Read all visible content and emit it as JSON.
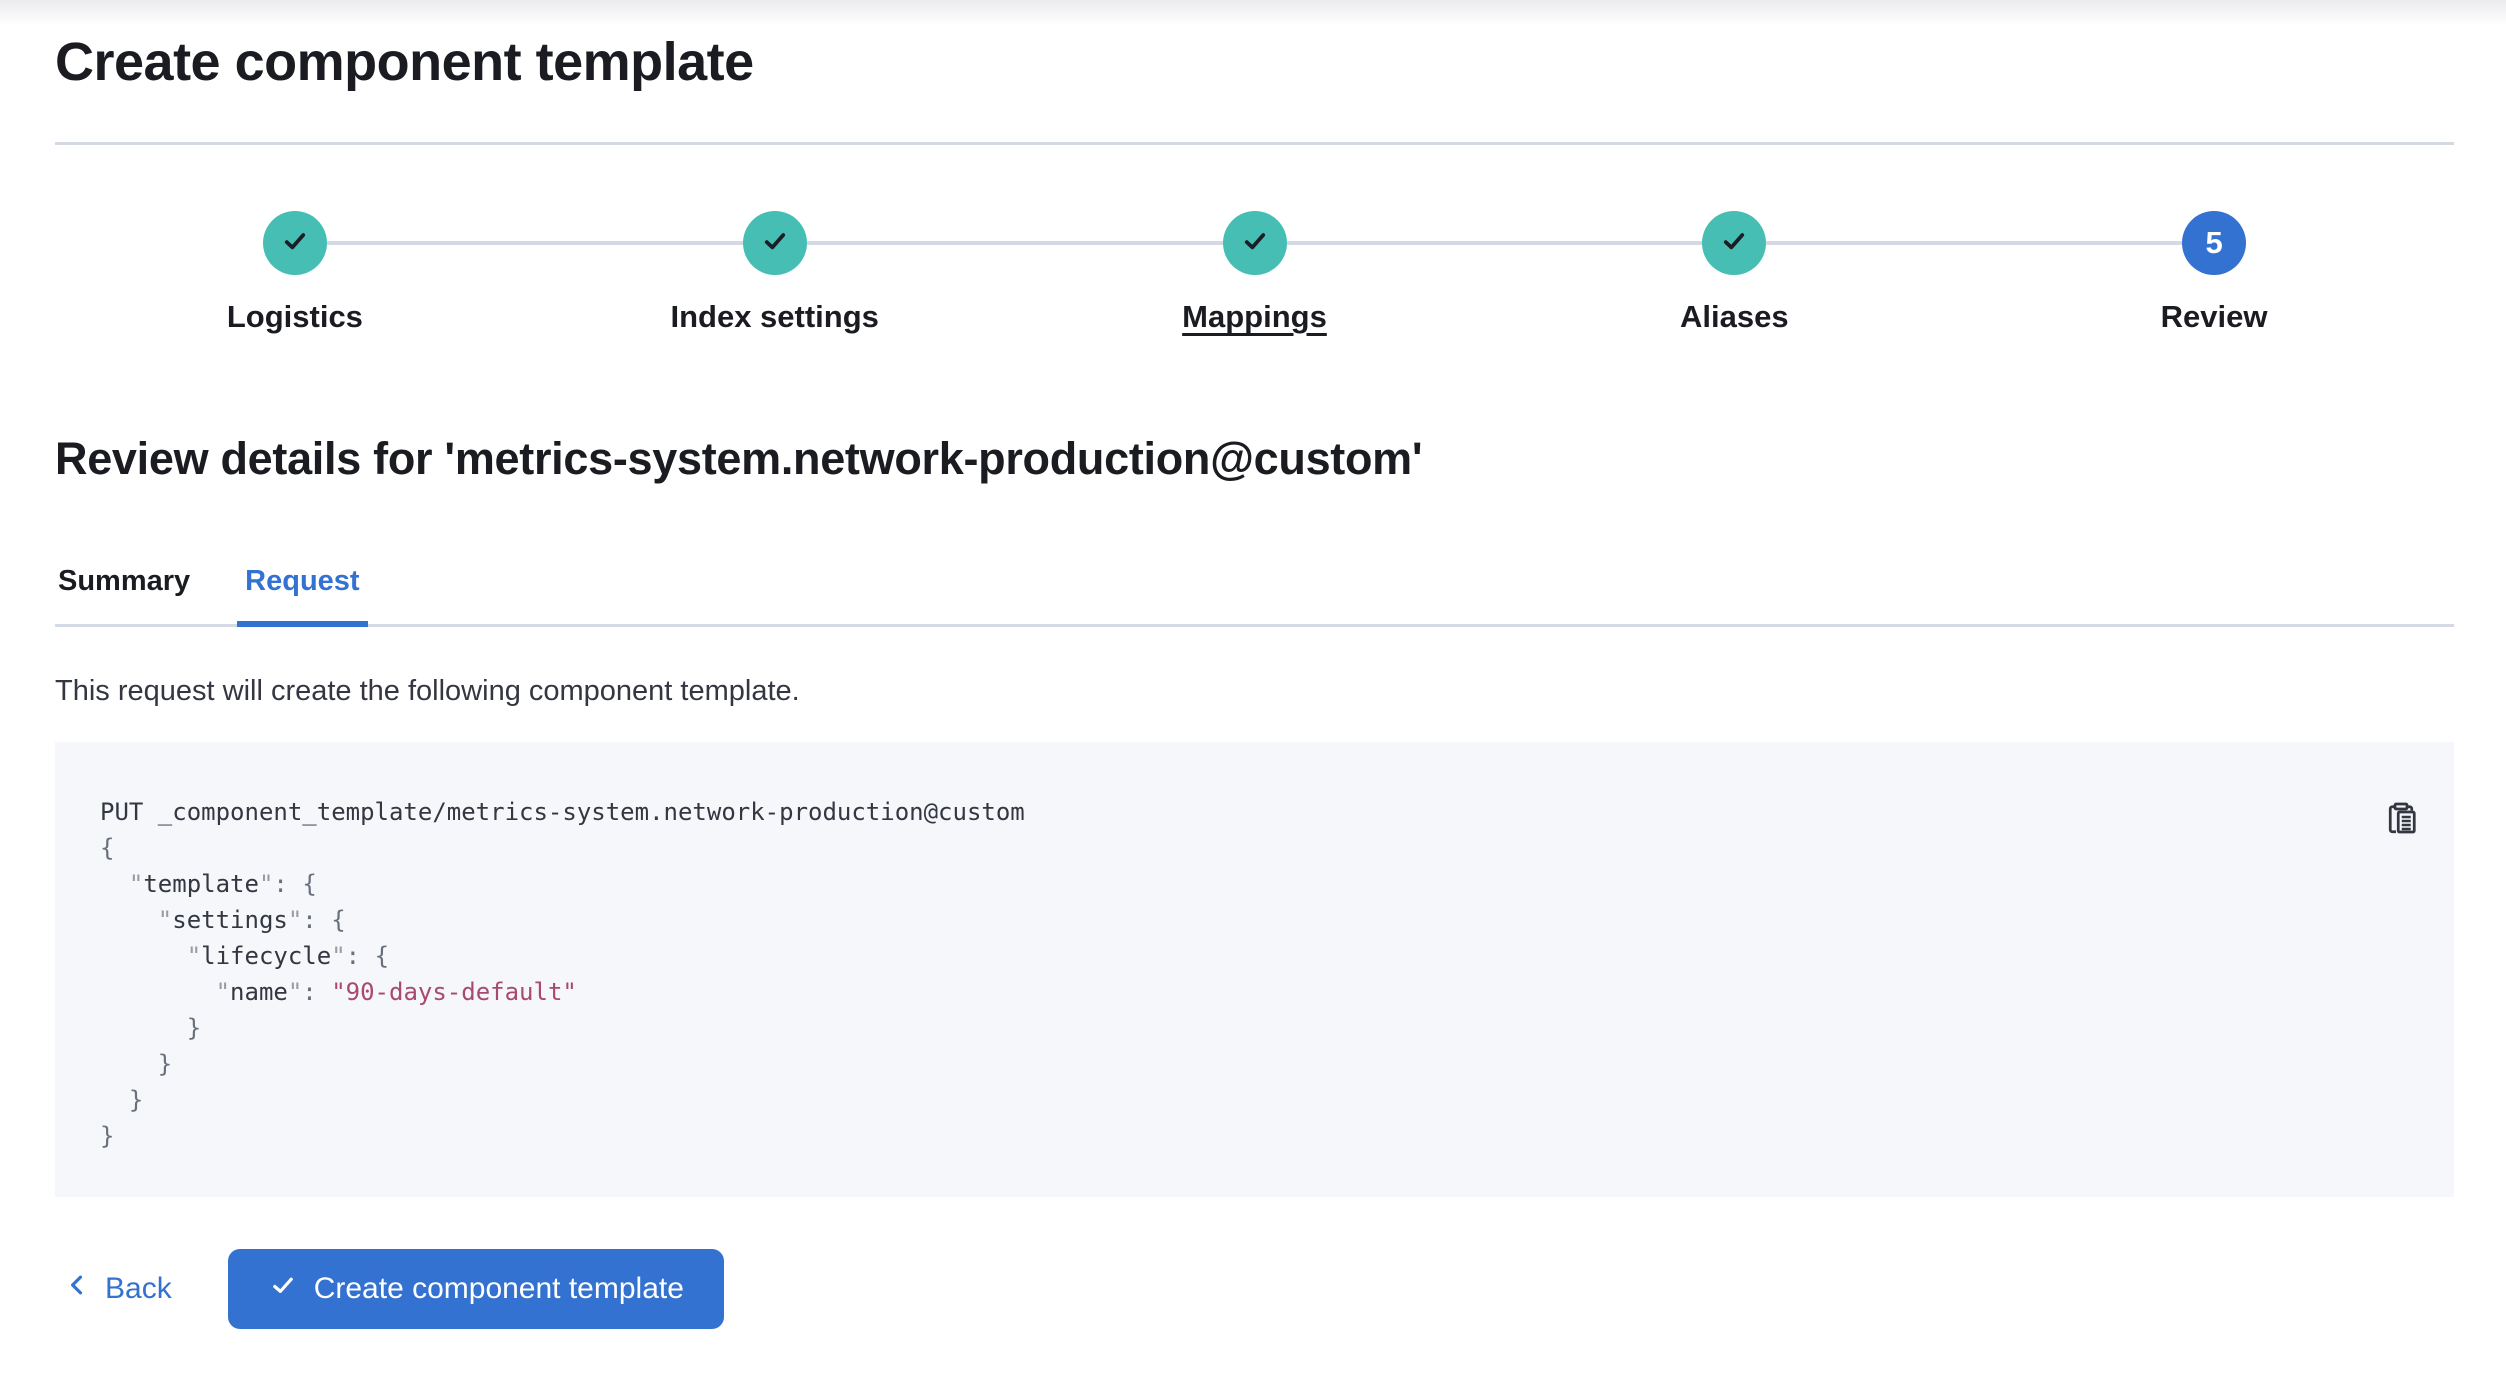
{
  "page": {
    "title": "Create component template"
  },
  "stepper": {
    "steps": [
      {
        "label": "Logistics",
        "status": "complete"
      },
      {
        "label": "Index settings",
        "status": "complete"
      },
      {
        "label": "Mappings",
        "status": "complete",
        "underlined": true
      },
      {
        "label": "Aliases",
        "status": "complete"
      },
      {
        "label": "Review",
        "status": "current",
        "number": "5"
      }
    ]
  },
  "review": {
    "heading": "Review details for 'metrics-system.network-production@custom'"
  },
  "tabs": [
    {
      "label": "Summary",
      "selected": false
    },
    {
      "label": "Request",
      "selected": true
    }
  ],
  "request_tab": {
    "description": "This request will create the following component template."
  },
  "code": {
    "lines": [
      [
        {
          "t": "PUT _component_template/metrics-system.network-production@custom",
          "c": "plain"
        }
      ],
      [
        {
          "t": "{",
          "c": "brace"
        }
      ],
      [
        {
          "t": "  ",
          "c": "plain"
        },
        {
          "t": "\"",
          "c": "quote"
        },
        {
          "t": "template",
          "c": "key"
        },
        {
          "t": "\"",
          "c": "quote"
        },
        {
          "t": ": ",
          "c": "colon"
        },
        {
          "t": "{",
          "c": "brace"
        }
      ],
      [
        {
          "t": "    ",
          "c": "plain"
        },
        {
          "t": "\"",
          "c": "quote"
        },
        {
          "t": "settings",
          "c": "key"
        },
        {
          "t": "\"",
          "c": "quote"
        },
        {
          "t": ": ",
          "c": "colon"
        },
        {
          "t": "{",
          "c": "brace"
        }
      ],
      [
        {
          "t": "      ",
          "c": "plain"
        },
        {
          "t": "\"",
          "c": "quote"
        },
        {
          "t": "lifecycle",
          "c": "key"
        },
        {
          "t": "\"",
          "c": "quote"
        },
        {
          "t": ": ",
          "c": "colon"
        },
        {
          "t": "{",
          "c": "brace"
        }
      ],
      [
        {
          "t": "        ",
          "c": "plain"
        },
        {
          "t": "\"",
          "c": "quote"
        },
        {
          "t": "name",
          "c": "key"
        },
        {
          "t": "\"",
          "c": "quote"
        },
        {
          "t": ": ",
          "c": "colon"
        },
        {
          "t": "\"90-days-default\"",
          "c": "string"
        }
      ],
      [
        {
          "t": "      }",
          "c": "brace"
        }
      ],
      [
        {
          "t": "    }",
          "c": "brace"
        }
      ],
      [
        {
          "t": "  }",
          "c": "brace"
        }
      ],
      [
        {
          "t": "}",
          "c": "brace"
        }
      ]
    ]
  },
  "actions": {
    "back_label": "Back",
    "create_label": "Create component template"
  },
  "icons": {
    "step_check": "check-icon",
    "copy": "copy-clipboard-icon",
    "back_chevron": "chevron-left-icon",
    "create_check": "check-icon"
  },
  "colors": {
    "primary": "#3372D0",
    "step_complete_teal": "#46BEB4",
    "code_string": "#A8496E",
    "border": "#D3DAE6",
    "code_background": "#F6F7FB"
  }
}
